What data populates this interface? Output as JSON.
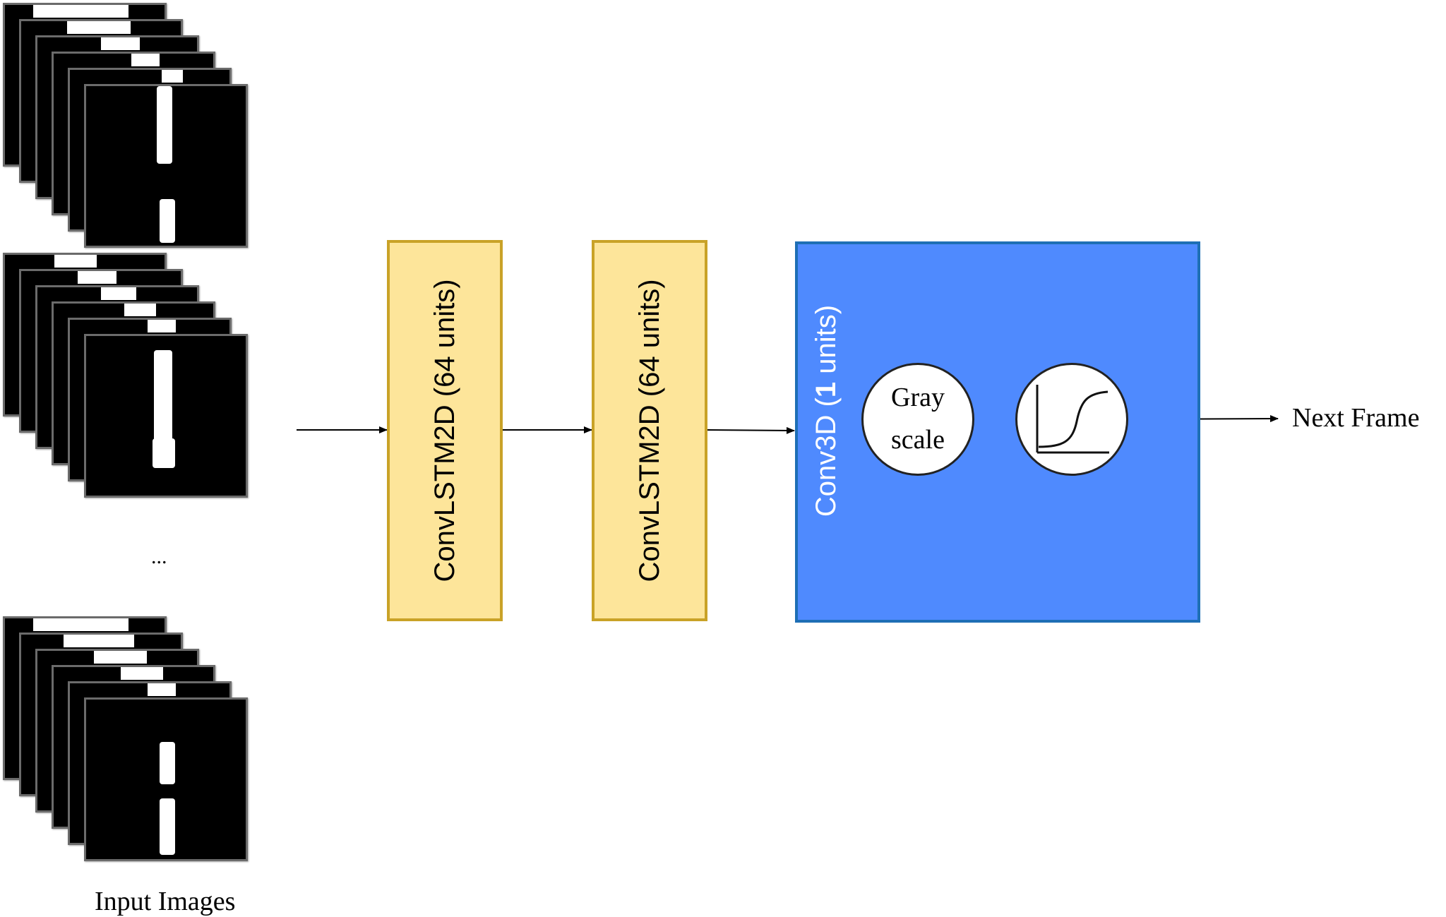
{
  "input": {
    "label": "Input Images",
    "ellipsis": "...",
    "stacks_count": 3,
    "frames_per_stack": 6
  },
  "layers": [
    {
      "name": "ConvLSTM2D",
      "units_text": "(64 units)",
      "color": "#fde59a"
    },
    {
      "name": "ConvLSTM2D",
      "units_text": "(64 units)",
      "color": "#fde59a"
    }
  ],
  "output_layer": {
    "name": "Conv3D",
    "units_open": "(",
    "units_number": "1",
    "units_close": " units)",
    "color": "#4f8afe",
    "grayscale_line1": "Gray",
    "grayscale_line2": "scale",
    "activation_icon": "sigmoid-icon"
  },
  "output": {
    "label": "Next Frame"
  }
}
